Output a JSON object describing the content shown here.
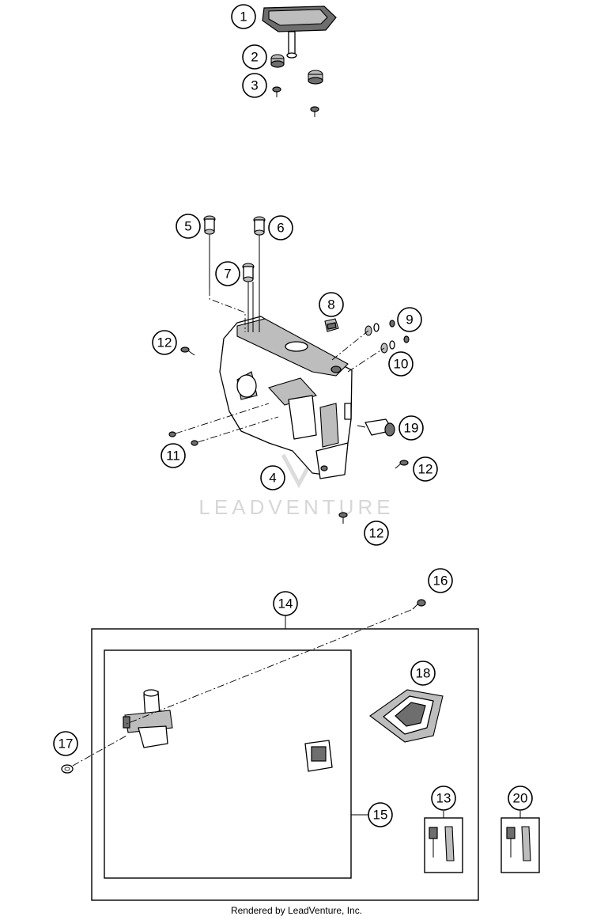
{
  "callouts": [
    {
      "id": "callout-1",
      "label": "1"
    },
    {
      "id": "callout-2",
      "label": "2"
    },
    {
      "id": "callout-3",
      "label": "3"
    },
    {
      "id": "callout-5",
      "label": "5"
    },
    {
      "id": "callout-6",
      "label": "6"
    },
    {
      "id": "callout-7",
      "label": "7"
    },
    {
      "id": "callout-8",
      "label": "8"
    },
    {
      "id": "callout-9",
      "label": "9"
    },
    {
      "id": "callout-12a",
      "label": "12"
    },
    {
      "id": "callout-10",
      "label": "10"
    },
    {
      "id": "callout-19",
      "label": "19"
    },
    {
      "id": "callout-11",
      "label": "11"
    },
    {
      "id": "callout-12b",
      "label": "12"
    },
    {
      "id": "callout-4",
      "label": "4"
    },
    {
      "id": "callout-12c",
      "label": "12"
    },
    {
      "id": "callout-16",
      "label": "16"
    },
    {
      "id": "callout-14",
      "label": "14"
    },
    {
      "id": "callout-18",
      "label": "18"
    },
    {
      "id": "callout-17",
      "label": "17"
    },
    {
      "id": "callout-15",
      "label": "15"
    },
    {
      "id": "callout-13",
      "label": "13"
    },
    {
      "id": "callout-20",
      "label": "20"
    }
  ],
  "watermark": "LEADVENTURE",
  "footer": "Rendered by LeadVenture, Inc."
}
